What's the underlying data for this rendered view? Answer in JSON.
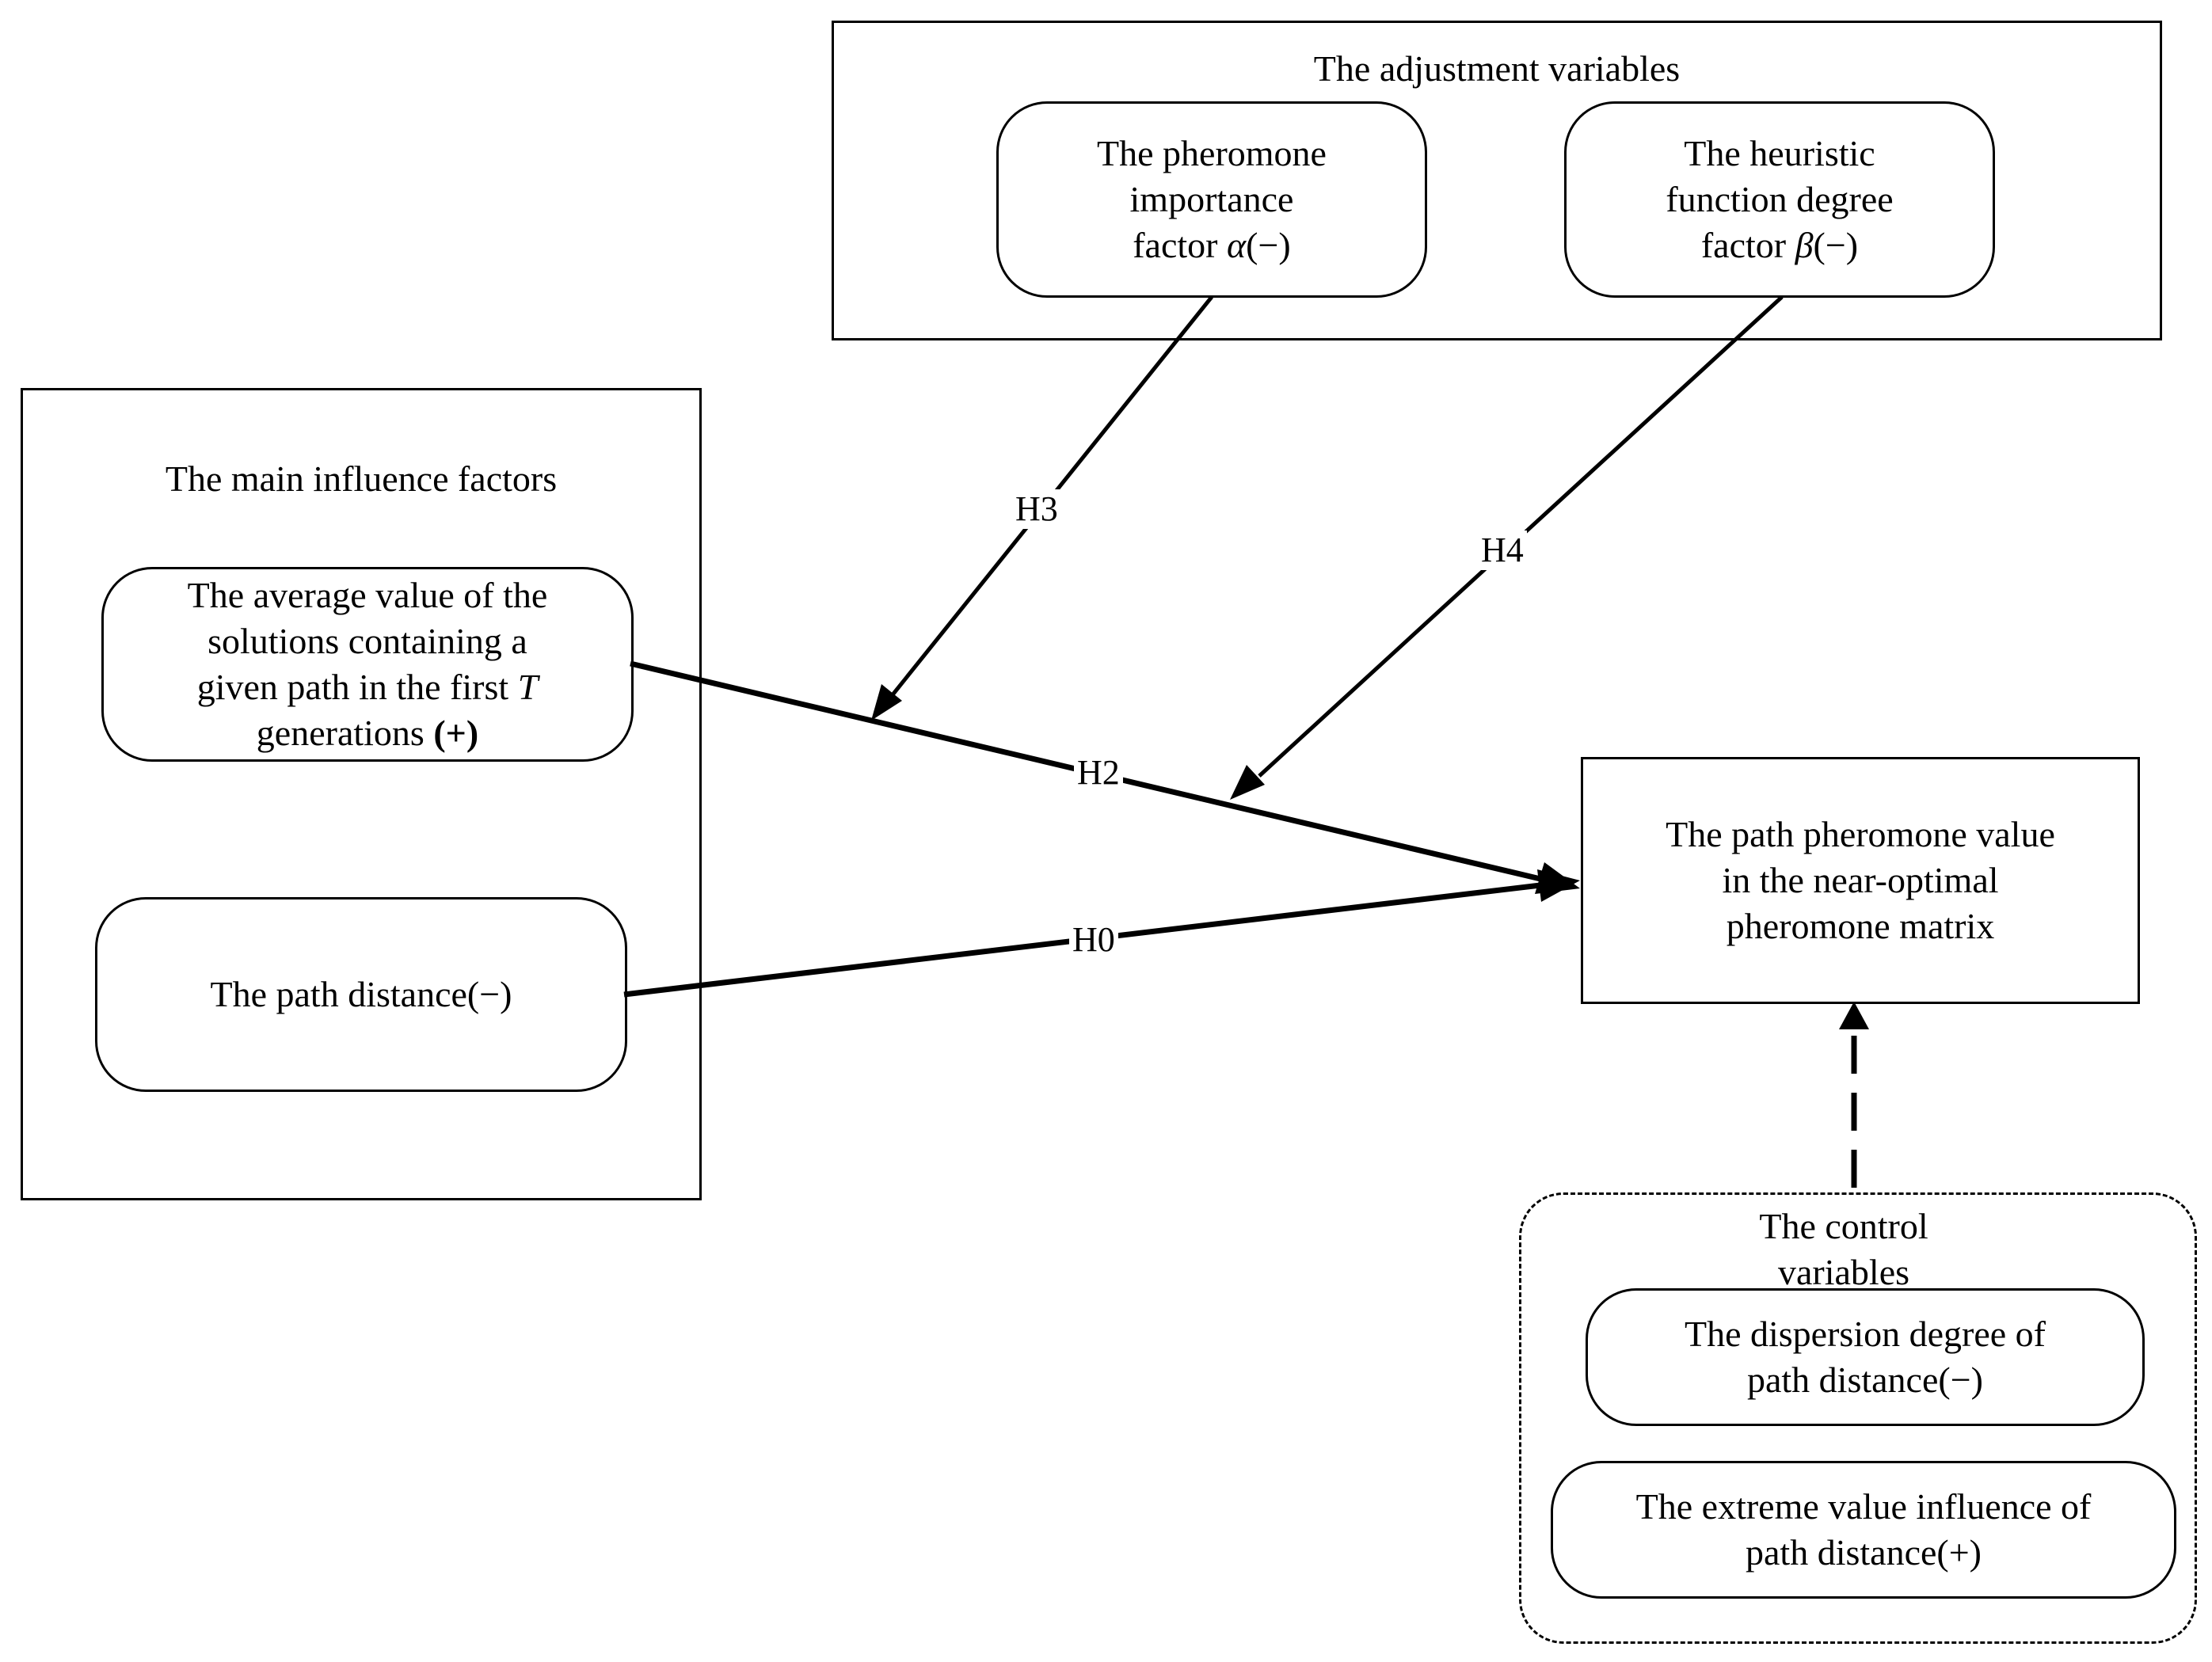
{
  "adjustment": {
    "title": "The adjustment variables",
    "alpha": {
      "line1": "The pheromone",
      "line2": "importance",
      "line3_pre": "factor ",
      "symbol": "α",
      "sign": "(−)"
    },
    "beta": {
      "line1": "The heuristic",
      "line2": "function degree",
      "line3_pre": "factor ",
      "symbol": "β",
      "sign": "(−)"
    }
  },
  "main": {
    "title": "The main influence factors",
    "average": {
      "line1": "The average value of the",
      "line2": "solutions containing a",
      "line3_pre": "given path in the first ",
      "symbol": "T",
      "line4_pre": "generations ",
      "sign": "(+)"
    },
    "distance": {
      "text": "The path distance(−)"
    }
  },
  "target": {
    "line1": "The path pheromone value",
    "line2": "in the near-optimal",
    "line3": "pheromone matrix"
  },
  "control": {
    "title_line1": "The control",
    "title_line2": "variables",
    "dispersion": {
      "line1": "The dispersion degree of",
      "line2": "path distance(−)"
    },
    "extreme": {
      "line1": "The extreme value influence of",
      "line2": "path distance(+)"
    }
  },
  "labels": {
    "h0": "H0",
    "h2": "H2",
    "h3": "H3",
    "h4": "H4"
  }
}
